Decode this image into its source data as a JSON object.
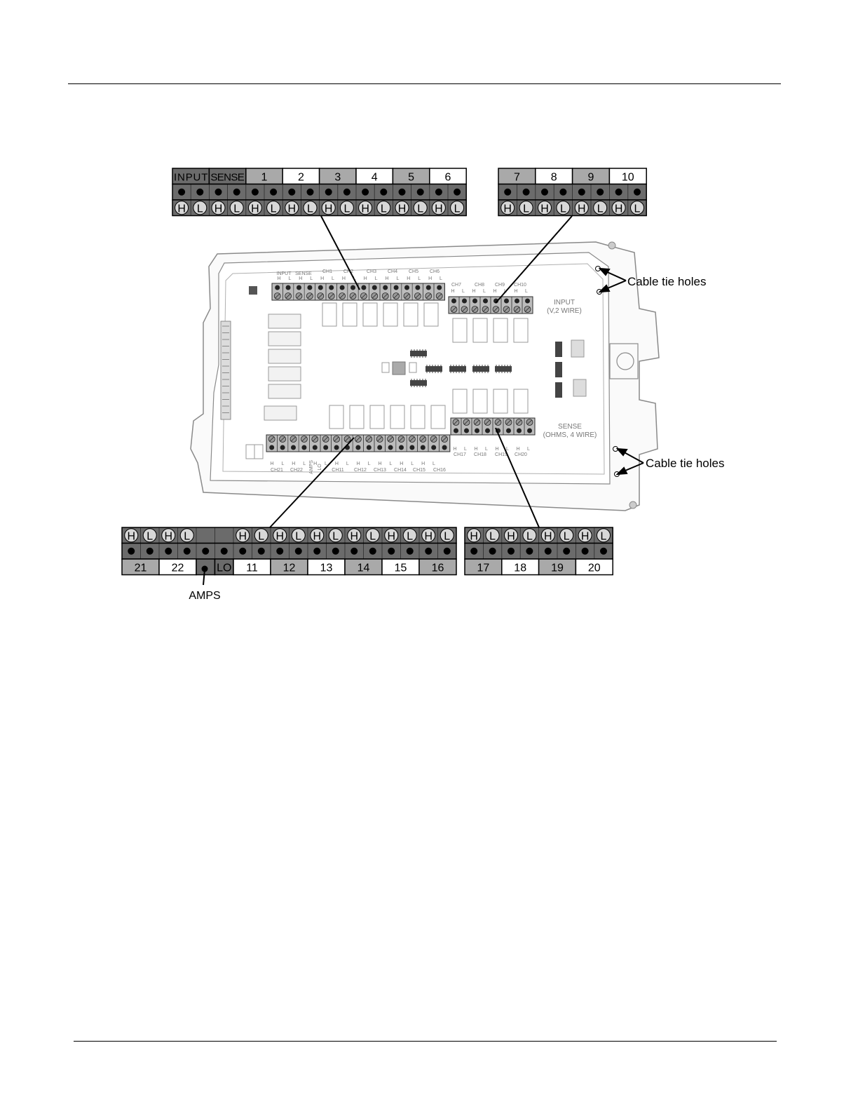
{
  "terminal_blocks": {
    "top_left": {
      "headers": [
        "INPUT",
        "SENSE",
        "1",
        "2",
        "3",
        "4",
        "5",
        "6"
      ],
      "header_fills": [
        "dark",
        "dark",
        "mid",
        "light",
        "mid",
        "light",
        "mid",
        "light"
      ],
      "terminals": [
        "H",
        "L",
        "H",
        "L",
        "H",
        "L",
        "H",
        "L",
        "H",
        "L",
        "H",
        "L",
        "H",
        "L",
        "H",
        "L"
      ]
    },
    "top_right": {
      "headers": [
        "7",
        "8",
        "9",
        "10"
      ],
      "header_fills": [
        "mid",
        "light",
        "mid",
        "light"
      ],
      "terminals": [
        "H",
        "L",
        "H",
        "L",
        "H",
        "L",
        "H",
        "L"
      ]
    },
    "bottom_left": {
      "terminals": [
        "H",
        "L",
        "H",
        "L",
        "",
        "",
        "H",
        "L",
        "H",
        "L",
        "H",
        "L",
        "H",
        "L",
        "H",
        "L",
        "H",
        "L"
      ],
      "footers": [
        "21",
        "22",
        "",
        "LO",
        "11",
        "12",
        "13",
        "14",
        "15",
        "16"
      ],
      "footer_fills": [
        "mid",
        "light",
        "dark",
        "dark",
        "light",
        "mid",
        "light",
        "mid",
        "light",
        "mid"
      ],
      "footer_spans": [
        2,
        2,
        1,
        1,
        2,
        2,
        2,
        2,
        2,
        2
      ]
    },
    "bottom_right": {
      "terminals": [
        "H",
        "L",
        "H",
        "L",
        "H",
        "L",
        "H",
        "L"
      ],
      "footers": [
        "17",
        "18",
        "19",
        "20"
      ],
      "footer_fills": [
        "mid",
        "light",
        "mid",
        "light"
      ]
    }
  },
  "callouts": {
    "cable_tie_top": "Cable tie holes",
    "cable_tie_bottom": "Cable tie holes",
    "amps": "AMPS"
  },
  "board": {
    "input_label_1": "INPUT",
    "input_label_2": "(V,2 WIRE)",
    "sense_label_1": "SENSE",
    "sense_label_2": "(OHMS, 4 WIRE)",
    "top_left_strip_labels": [
      "INPUT",
      "SENSE",
      "CH1",
      "CH2",
      "CH3",
      "CH4",
      "CH5",
      "CH6"
    ],
    "top_right_strip_labels": [
      "CH7",
      "CH8",
      "CH9",
      "CH10"
    ],
    "bottom_left_strip_labels": [
      "CH21",
      "CH22",
      "AMPS",
      "LO",
      "CH11",
      "CH12",
      "CH13",
      "CH14",
      "CH15",
      "CH16"
    ],
    "bottom_right_strip_labels": [
      "CH17",
      "CH18",
      "CH19",
      "CH20"
    ],
    "hl": [
      "H",
      "L"
    ]
  },
  "colors": {
    "dark_cell": "#6b6b6b",
    "mid_cell": "#a9a9a9",
    "light_cell": "#ffffff",
    "circle": "#d8d8d8",
    "line": "#000000"
  }
}
